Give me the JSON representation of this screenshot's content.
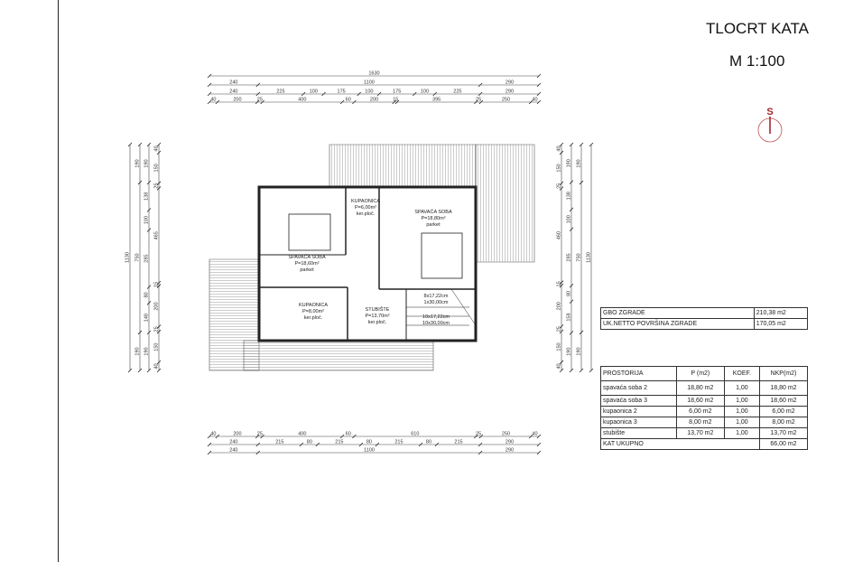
{
  "title": "TLOCRT KATA",
  "scale": "M 1:100",
  "north": {
    "label": "S",
    "color": "#a0262b"
  },
  "rooms": [
    {
      "name": "SPAVAĆA SOBA",
      "area": "P=18,60m²",
      "floor": "parket"
    },
    {
      "name": "KUPAONICA",
      "area": "P=6,00m²",
      "floor": "ker.ploč."
    },
    {
      "name": "SPAVAĆA SOBA",
      "area": "P=18,80m²",
      "floor": "parket"
    },
    {
      "name": "KUPAONICA",
      "area": "P=8,00m²",
      "floor": "ker.ploč."
    },
    {
      "name": "STUBIŠTE",
      "area": "P=13,70m²",
      "floor": "ker.ploč."
    }
  ],
  "stairs": [
    "8x17,22cm",
    "1x30,00cm",
    "10x17,22cm",
    "10x30,00cm"
  ],
  "dimensions": {
    "top": [
      [
        "1630"
      ],
      [
        "240",
        "1100",
        "290"
      ],
      [
        "240",
        "225",
        "100",
        "175",
        "100",
        "175",
        "100",
        "225",
        "290"
      ],
      [
        "40",
        "200",
        "25",
        "400",
        "60",
        "200",
        "15",
        "395",
        "25",
        "250",
        "40"
      ]
    ],
    "bottom": [
      [
        "40",
        "200",
        "25",
        "400",
        "60",
        "610",
        "25",
        "250",
        "40"
      ],
      [
        "240",
        "215",
        "80",
        "215",
        "80",
        "215",
        "80",
        "215",
        "290"
      ],
      [
        "240",
        "1100",
        "290"
      ]
    ],
    "left": [
      [
        "1130"
      ],
      [
        "190",
        "750",
        "190"
      ],
      [
        "190",
        "138",
        "100",
        "285",
        "80",
        "148",
        "190"
      ],
      [
        "40",
        "150",
        "25",
        "465",
        "15",
        "200",
        "25",
        "150",
        "40"
      ]
    ],
    "right": [
      [
        "40",
        "150",
        "25",
        "460",
        "15",
        "200",
        "25",
        "150",
        "40"
      ],
      [
        "190",
        "138",
        "100",
        "285",
        "80",
        "158",
        "190"
      ],
      [
        "190",
        "750",
        "190"
      ],
      [
        "1130"
      ]
    ]
  },
  "summary": [
    {
      "label": "GBO ZGRADE",
      "value": "210,38 m2"
    },
    {
      "label": "UK.NETTO POVRŠINA ZGRADE",
      "value": "170,05 m2"
    }
  ],
  "rooms_table": {
    "headers": [
      "PROSTORIJA",
      "P (m2)",
      "KOEF.",
      "NKP(m2)"
    ],
    "rows": [
      [
        "spavaća soba 2",
        "18,80 m2",
        "1,00",
        "18,80 m2"
      ],
      [
        "spavaća soba 3",
        "18,60 m2",
        "1,00",
        "18,60 m2"
      ],
      [
        "kupaonica 2",
        "6,00 m2",
        "1,00",
        "6,00 m2"
      ],
      [
        "kupaonica 3",
        "8,00 m2",
        "1,00",
        "8,00 m2"
      ],
      [
        "stubište",
        "13,70 m2",
        "1,00",
        "13,70 m2"
      ]
    ],
    "total_label": "KAT UKUPNO",
    "total_value": "66,00 m2"
  }
}
